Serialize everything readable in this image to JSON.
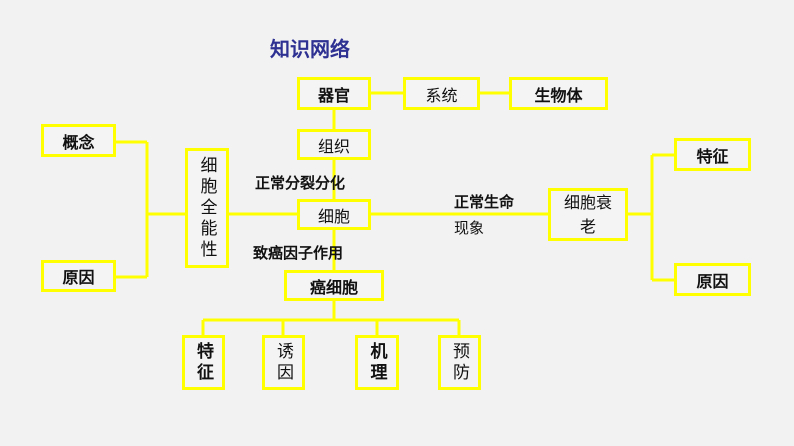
{
  "title": "知识网络",
  "colors": {
    "box_border": "#ffff00",
    "title": "#2e3192"
  },
  "nodes": {
    "organ": "器官",
    "system": "系统",
    "organism": "生物体",
    "tissue": "组织",
    "cell": "细胞",
    "cancer_cell": "癌细胞",
    "concept": "概念",
    "reason_left": "原因",
    "totipotency": "细胞全能性",
    "senescence": "细胞衰老",
    "feature_right": "特征",
    "reason_right": "原因",
    "feature_bottom": "特征",
    "inducement": "诱因",
    "mechanism": "机理",
    "prevention": "预防"
  },
  "edge_labels": {
    "differentiation": "正常分裂分化",
    "carcinogen": "致癌因子作用",
    "normal_life_1": "正常生命",
    "normal_life_2": "现象"
  }
}
